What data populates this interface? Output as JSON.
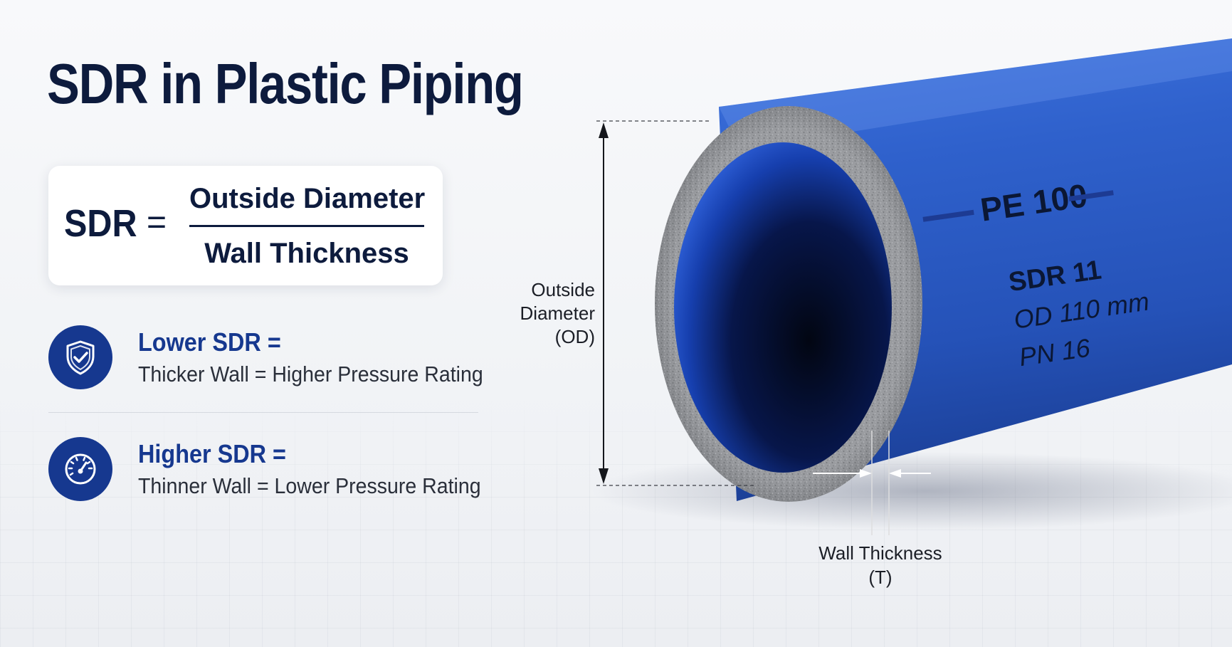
{
  "title": "SDR in Plastic Piping",
  "formula": {
    "lhs": "SDR",
    "equals": "=",
    "numerator": "Outside Diameter",
    "denominator": "Wall Thickness"
  },
  "rules": [
    {
      "heading": "Lower SDR =",
      "description": "Thicker Wall = Higher Pressure Rating",
      "icon": "shield-check-icon"
    },
    {
      "heading": "Higher SDR =",
      "description": "Thinner Wall = Lower Pressure Rating",
      "icon": "gauge-icon"
    }
  ],
  "pipe": {
    "markings": [
      "PE 100",
      "SDR 11",
      "OD 110 mm",
      "PN 16"
    ],
    "od_label": [
      "Outside",
      "Diameter",
      "(OD)"
    ],
    "wall_label": [
      "Wall Thickness",
      "(T)"
    ]
  },
  "colors": {
    "navy": "#0d1b3d",
    "accent_blue": "#16388f",
    "pipe_blue": "#2e5fc8",
    "pipe_cut_gray": "#8a8c90"
  }
}
